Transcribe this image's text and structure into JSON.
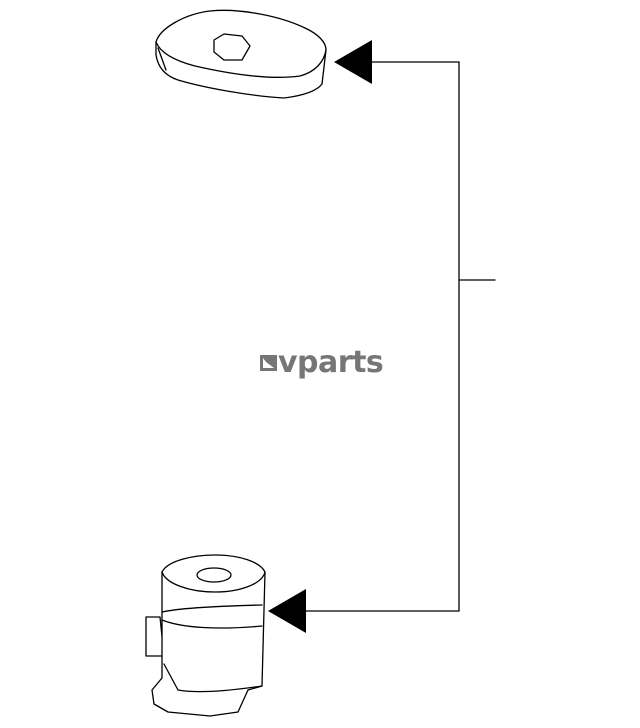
{
  "watermark": {
    "text": "vparts",
    "logo_icon": "lv-logo-icon",
    "color": "#555555"
  },
  "diagram": {
    "line_color": "#000000",
    "background": "#ffffff",
    "parts": [
      {
        "name": "upper-mount-nut-part",
        "icon": "mount-nut-drawing"
      },
      {
        "name": "lower-bushing-part",
        "icon": "bushing-drawing"
      }
    ]
  }
}
